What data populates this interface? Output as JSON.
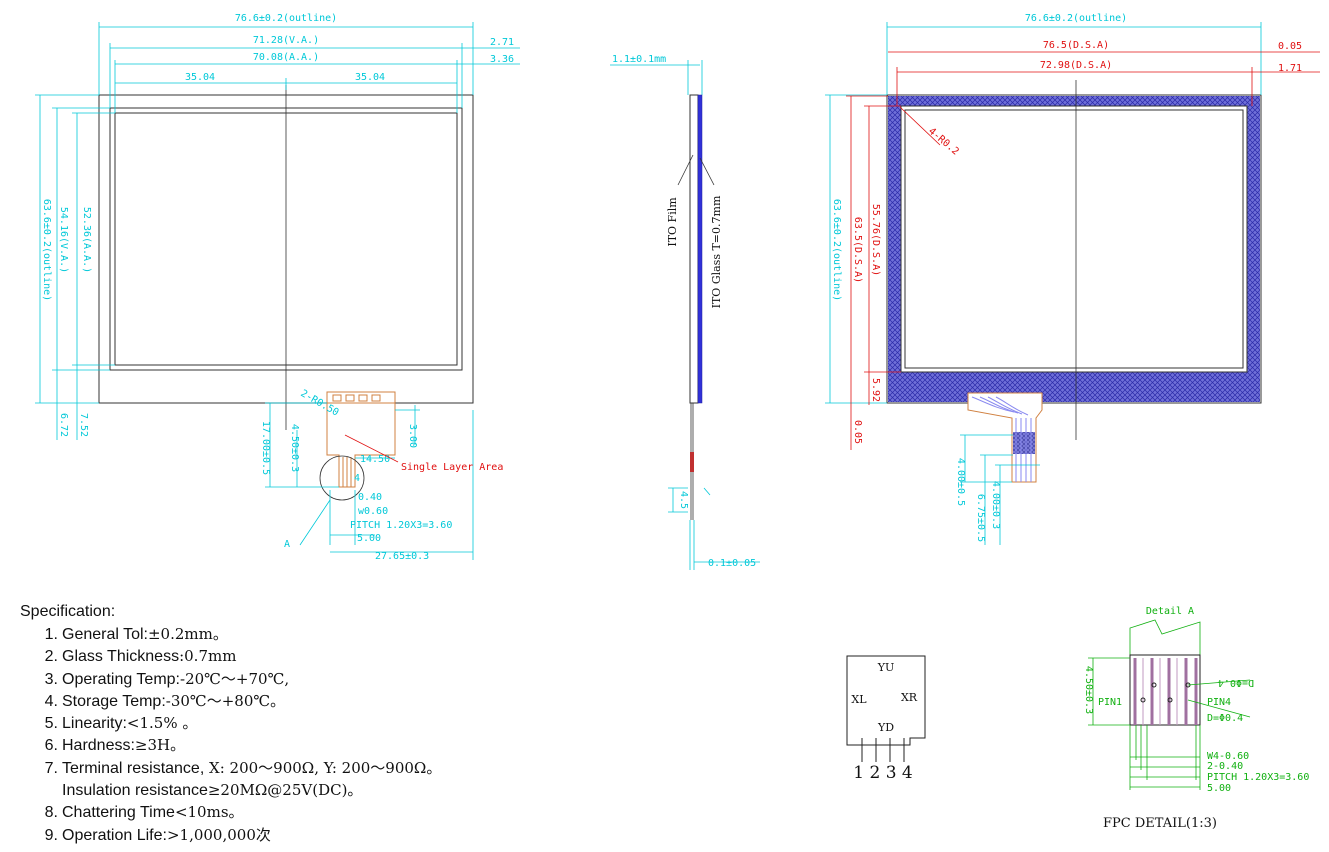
{
  "front_view": {
    "outline_w": "76.6±0.2(outline)",
    "va_w": "71.28(V.A.)",
    "aa_w": "70.08(A.A.)",
    "half_left": "35.04",
    "half_right": "35.04",
    "off_top1": "2.71",
    "off_top2": "3.36",
    "outline_h": "63.6±0.2(outline)",
    "va_h": "54.16(V.A.)",
    "aa_h": "52.36(A.A.)",
    "off_bot1": "6.72",
    "off_bot2": "7.52",
    "fpc_len": "17.00±0.5",
    "fpc_w": "4.50±0.3",
    "fpc_3": "3.00",
    "fpc_1450": "14.50",
    "radius": "2-R0.50",
    "pin4": "4",
    "d040": "0.40",
    "w060": "w0.60",
    "pitch": "PITCH 1.20X3=3.60",
    "d500": "5.00",
    "d2765": "27.65±0.3",
    "detail_marker": "A",
    "single_layer": "Single Layer Area"
  },
  "side_view": {
    "thickness": "1.1±0.1mm",
    "ito_film": "ITO Film",
    "ito_glass": "ITO Glass T=0.7mm",
    "tail_thk": "0.1±0.05",
    "tail_len": "4.5"
  },
  "back_view": {
    "outline_w": "76.6±0.2(outline)",
    "dsa_w1": "76.5(D.S.A)",
    "dsa_w2": "72.98(D.S.A)",
    "off1": "0.05",
    "off2": "1.71",
    "outline_h": "63.6±0.2(outline)",
    "dsa_h1": "63.5(D.S.A)",
    "dsa_h2": "55.76(D.S.A)",
    "corner": "4-R0.2",
    "d592": "5.92",
    "d005": "0.05",
    "fpc1": "4.00±0.5",
    "fpc2": "6.75±0.5",
    "fpc3": "4.00±0.3"
  },
  "connector": {
    "yu": "YU",
    "xl": "XL",
    "xr": "XR",
    "yd": "YD",
    "pins": "1 2 3 4"
  },
  "detail": {
    "title": "Detail A",
    "h": "4.50±0.3",
    "pin1": "PIN1",
    "pin4": "PIN4",
    "d_phi04_top": "D=Φ0.4",
    "d_phi04_bot": "D=Φ0.4",
    "w4": "W4-0.60",
    "w2": "2-0.40",
    "pitch": "PITCH 1.20X3=3.60",
    "d500": "5.00",
    "caption": "FPC  DETAIL(1:3)"
  },
  "spec": {
    "heading": "Specification:",
    "items": [
      {
        "num": "1.",
        "label": "General Tol:",
        "value": "±0.2mm。"
      },
      {
        "num": "2.",
        "label": "Glass Thickness",
        "value": ":0.7mm"
      },
      {
        "num": "3.",
        "label": "Operating Temp:",
        "value": "-20℃～+70℃,"
      },
      {
        "num": "4.",
        "label": "Storage Temp:",
        "value": "-30℃～+80℃。"
      },
      {
        "num": "5.",
        "label": "Linearity:",
        "value": "<1.5% 。"
      },
      {
        "num": "6.",
        "label": "Hardness:",
        "value": "≥3H。"
      },
      {
        "num": "7.",
        "label": "Terminal resistance,",
        "value": "  X: 200～900Ω, Y: 200～900Ω。"
      },
      {
        "num": "",
        "label": "Insulation resistance",
        "value": "≥20MΩ@25V(DC)。"
      },
      {
        "num": "8.",
        "label": "Chattering Time",
        "value": "<10ms。"
      },
      {
        "num": "9.",
        "label": "Operation Life:",
        "value": ">1,000,000次"
      }
    ]
  }
}
